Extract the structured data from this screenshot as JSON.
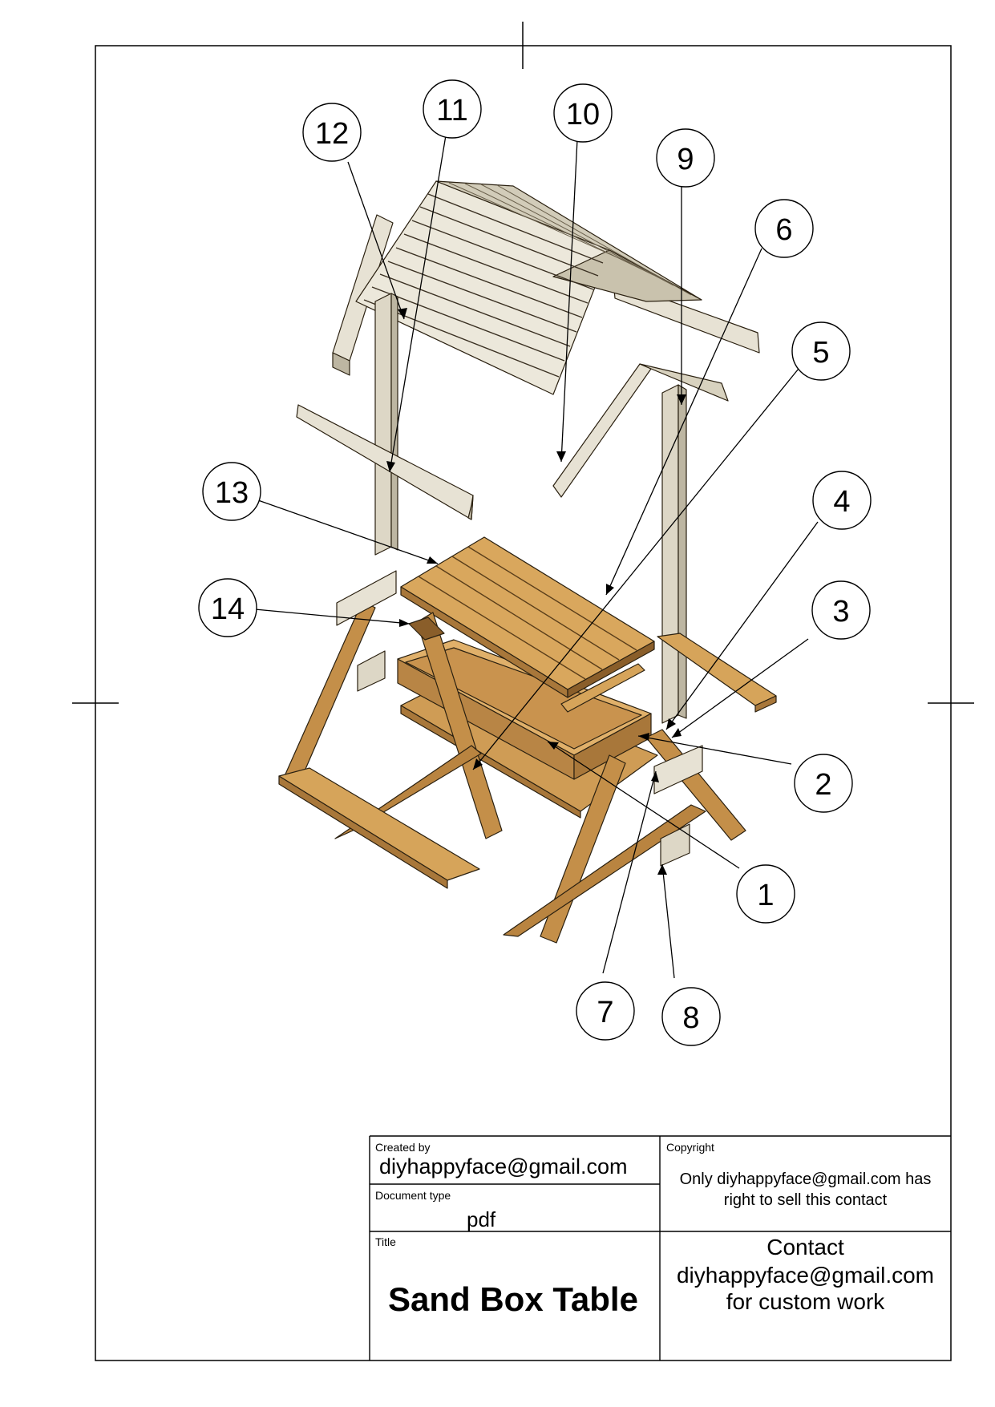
{
  "balloons": [
    {
      "id": "1",
      "label": "1"
    },
    {
      "id": "2",
      "label": "2"
    },
    {
      "id": "3",
      "label": "3"
    },
    {
      "id": "4",
      "label": "4"
    },
    {
      "id": "5",
      "label": "5"
    },
    {
      "id": "6",
      "label": "6"
    },
    {
      "id": "7",
      "label": "7"
    },
    {
      "id": "8",
      "label": "8"
    },
    {
      "id": "9",
      "label": "9"
    },
    {
      "id": "10",
      "label": "10"
    },
    {
      "id": "11",
      "label": "11"
    },
    {
      "id": "12",
      "label": "12"
    },
    {
      "id": "13",
      "label": "13"
    },
    {
      "id": "14",
      "label": "14"
    }
  ],
  "title_block": {
    "created_by_label": "Created by",
    "created_by_value": "diyhappyface@gmail.com",
    "document_type_label": "Document type",
    "document_type_value": "pdf",
    "title_label": "Title",
    "title_value": "Sand Box Table",
    "copyright_label": "Copyright",
    "copyright_line1": "Only diyhappyface@gmail.com has",
    "copyright_line2": "right to sell this contact",
    "contact_line1": "Contact",
    "contact_line2": "diyhappyface@gmail.com",
    "contact_line3": "for custom work"
  },
  "colors": {
    "wood_top": "#d6a45a",
    "wood_side": "#a8773a",
    "wood_dark": "#8a5e2a",
    "paint_top": "#e7e2d4",
    "paint_side": "#bdb6a2",
    "line": "#000000"
  }
}
